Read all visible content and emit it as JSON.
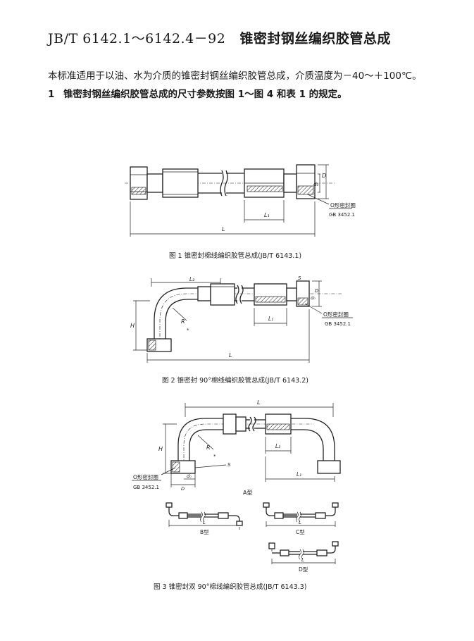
{
  "header": {
    "standard_code": "JB/T 6142.1～6142.4－92",
    "title": "锥密封钢丝编织胶管总成"
  },
  "intro_text": "本标准适用于以油、水为介质的锥密封钢丝编织胶管总成，介质温度为－40～＋100℃。",
  "clause_1": {
    "number": "1",
    "text": "锥密封钢丝编织胶管总成的尺寸参数按图 1～图 4 和表 1 的规定。"
  },
  "figure_1": {
    "caption": "图 1   锥密封棉线编织胶管总成(JB/T 6143.1)",
    "labels": {
      "seal": "O形密封圈",
      "seal_std": "GB 3452.1",
      "dim_L": "L",
      "dim_L1": "L₁",
      "dim_D": "D",
      "dim_d": "d₀"
    }
  },
  "figure_2": {
    "caption": "图 2   锥密封 90°棉线编织胶管总成(JB/T 6143.2)",
    "labels": {
      "seal": "O形密封圈",
      "seal_std": "GB 3452.1",
      "dim_L": "L",
      "dim_L1": "L₁",
      "dim_L2": "L₂",
      "dim_H": "H",
      "dim_R": "R",
      "dim_S": "S",
      "dim_D": "D",
      "dim_d": "d₀"
    }
  },
  "figure_3": {
    "caption": "图 3   锥密封双 90°棉线编织胶管总成(JB/T 6143.3)",
    "labels": {
      "seal": "O形密封圈",
      "seal_std": "GB 3452.1",
      "dim_L": "L",
      "dim_L1": "L₁",
      "dim_L2": "L₂",
      "dim_H": "H",
      "dim_R": "R",
      "dim_S": "S",
      "dim_D": "D",
      "dim_d": "d₀",
      "type_a": "A型",
      "type_b": "B型",
      "type_c": "C型",
      "type_d": "D型",
      "sub_L": "L"
    }
  }
}
